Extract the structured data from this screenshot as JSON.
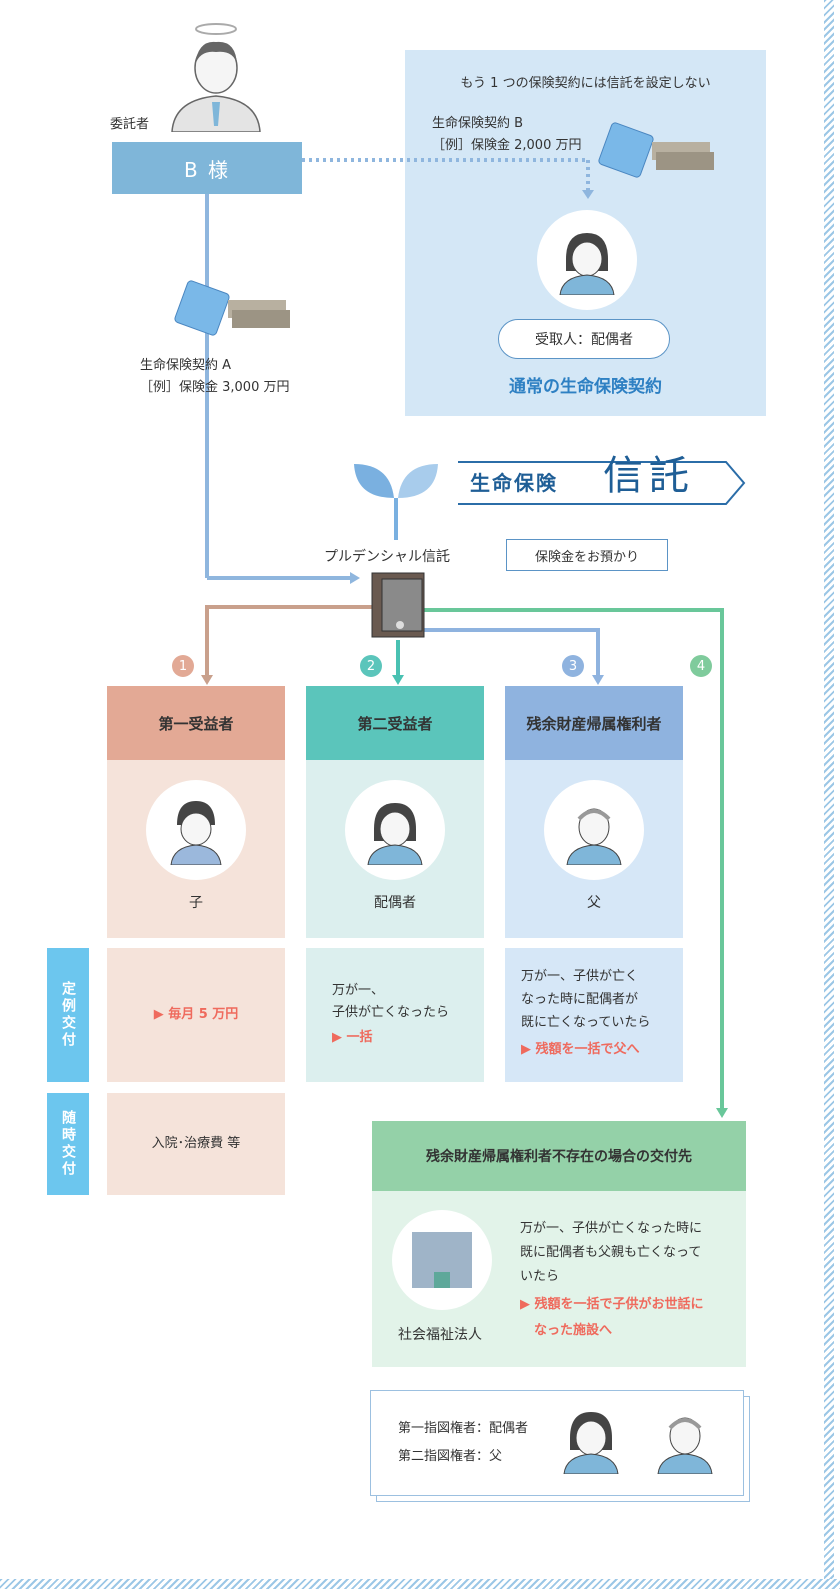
{
  "settlor": {
    "label": "委託者",
    "name": "B 様"
  },
  "contract_a": {
    "name": "生命保険契約 A",
    "example": "［例］保険金 3,000 万円"
  },
  "panel": {
    "title": "もう 1 つの保険契約には信託を設定しない",
    "contract_b": "生命保険契約 B",
    "example": "［例］保険金 2,000 万円",
    "recipient": "受取人：配偶者",
    "normal": "通常の生命保険契約"
  },
  "brand": {
    "prefix": "生命保険",
    "main": "信託"
  },
  "trustee": {
    "name": "プルデンシャル信託",
    "bubble": "保険金をお預かり"
  },
  "columns": [
    {
      "num": "1",
      "header": "第一受益者",
      "person": "子",
      "regular": "▶ 毎月 5 万円",
      "adhoc": "入院･治療費 等"
    },
    {
      "num": "2",
      "header": "第二受益者",
      "person": "配偶者",
      "line1": "万が一、",
      "line2": "子供が亡くなったら",
      "highlight": "▶ 一括"
    },
    {
      "num": "3",
      "header": "残余財産帰属権利者",
      "person": "父",
      "line1": "万が一、子供が亡く",
      "line2": "なった時に配偶者が",
      "line3": "既に亡くなっていたら",
      "highlight": "▶ 残額を一括で父へ"
    },
    {
      "num": "4"
    }
  ],
  "side": {
    "regular": "定例交付",
    "adhoc": "随時交付"
  },
  "fallback": {
    "header": "残余財産帰属権利者不存在の場合の交付先",
    "org": "社会福祉法人",
    "line1": "万が一、子供が亡くなった時に",
    "line2": "既に配偶者も父親も亡くなって",
    "line3": "いたら",
    "highlight1": "▶ 残額を一括で子供がお世話に",
    "highlight2": "なった施設へ"
  },
  "directors": {
    "first": "第一指図権者：配偶者",
    "second": "第二指図権者：父"
  },
  "colors": {
    "blue": "#7fb6d9",
    "c1": "#e2a995",
    "c2": "#5bc5bb",
    "c3": "#8fb3df",
    "c4": "#7fcb9c"
  }
}
